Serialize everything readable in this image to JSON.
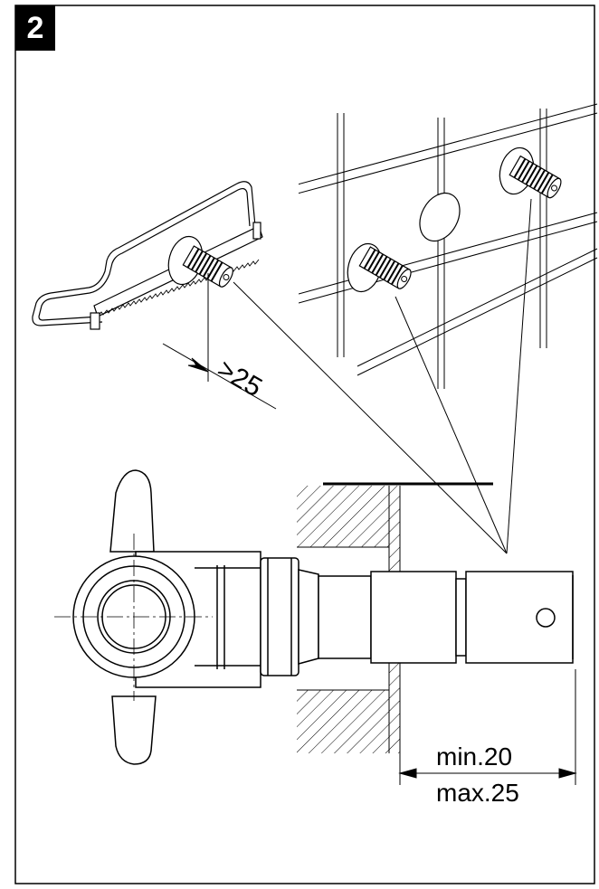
{
  "step": {
    "number": "2"
  },
  "dimensions": {
    "cut_length": ">25",
    "min_label": "min.20",
    "max_label": "max.25"
  },
  "icons": [
    "hacksaw-icon",
    "threaded-extension-icon",
    "valve-body-icon"
  ],
  "colors": {
    "ink": "#000000",
    "background": "#ffffff"
  }
}
